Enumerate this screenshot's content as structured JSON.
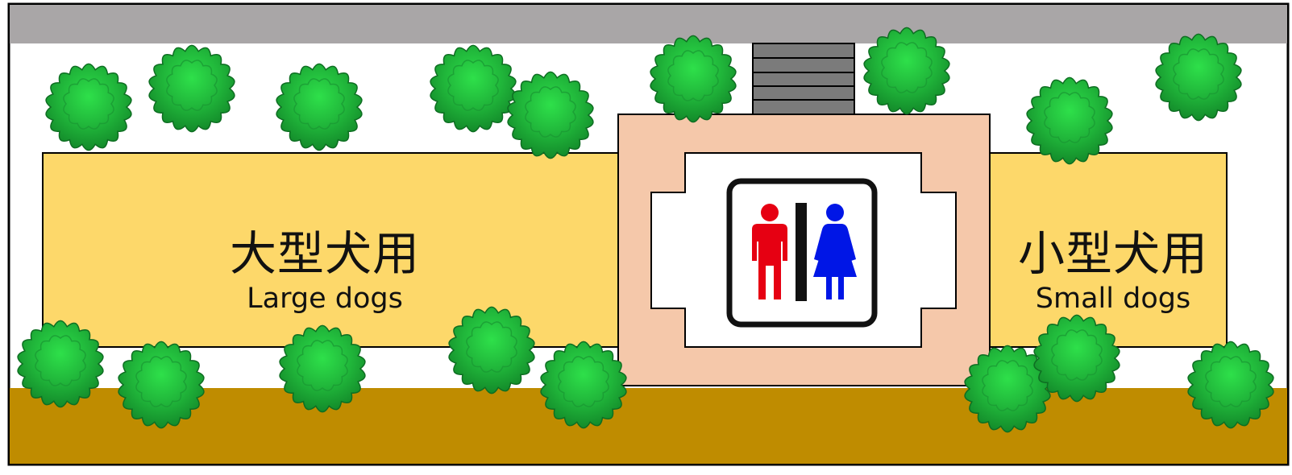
{
  "map": {
    "colors": {
      "road_top": "#a9a6a7",
      "ground_bottom": "#bf8c00",
      "dog_run_fill": "#fdd86a",
      "building_outer": "#f5c8aa",
      "building_inner": "#ffffff",
      "stairs": "#7b7b7b",
      "tree_light": "#2ee04a",
      "tree_dark": "#138a2a",
      "male_icon": "#e60012",
      "female_icon": "#0016e6"
    },
    "zones": {
      "large": {
        "label_jp": "大型犬用",
        "label_en": "Large dogs"
      },
      "small": {
        "label_jp": "小型犬用",
        "label_en": "Small dogs"
      }
    },
    "restroom": {
      "icon": "restroom-male-female-icon"
    },
    "stairs": {
      "icon": "stairs-icon"
    },
    "tree": {
      "icon": "tree-icon"
    }
  }
}
